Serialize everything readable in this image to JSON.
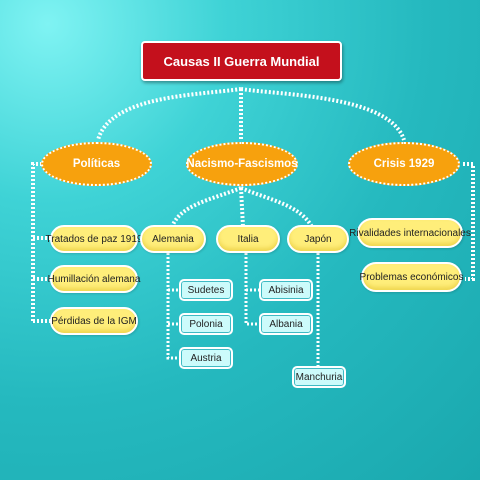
{
  "root": "Causas II Guerra Mundial",
  "categories": {
    "politicas": "Políticas",
    "nacismo": "Nacismo-Fascismos",
    "crisis": "Crisis 1929"
  },
  "politicas_items": [
    "Tratados de paz 1919",
    "Humillación alemana",
    "Pérdidas de la IGM"
  ],
  "nacismo_items": {
    "alemania": "Alemania",
    "italia": "Italia",
    "japon": "Japón"
  },
  "alemania_items": [
    "Sudetes",
    "Polonia",
    "Austria"
  ],
  "italia_items": [
    "Abisinia",
    "Albania"
  ],
  "japon_items": [
    "Manchuria"
  ],
  "crisis_items": [
    "Rivalidades internacionales",
    "Problemas económicos"
  ],
  "colors": {
    "root": "#c4101c",
    "category": "#f7a10d",
    "leaf_yellow": "#ffee7a",
    "leaf_cyan": "#ccfbfb",
    "background": "#25b9bf"
  }
}
